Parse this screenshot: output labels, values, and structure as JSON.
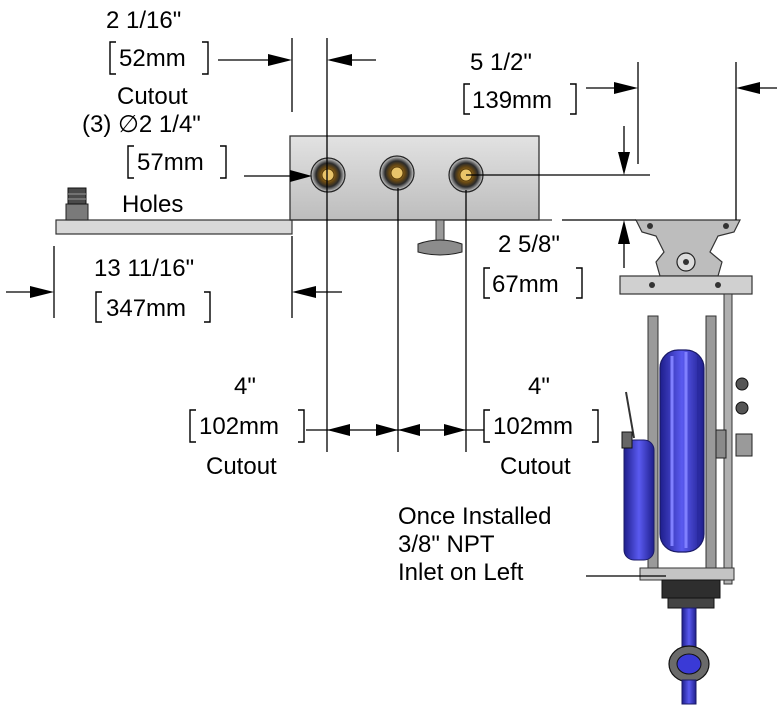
{
  "dimensions": {
    "cutout_width": {
      "inch": "2 1/16\"",
      "mm": "52mm",
      "caption": "Cutout"
    },
    "holes": {
      "line1": "(3) ",
      "symbol": "∅",
      "inch": "2 1/4\"",
      "mm": "57mm",
      "caption": "Holes"
    },
    "overall_width": {
      "inch": "13 11/16\"",
      "mm": "347mm"
    },
    "reel_width": {
      "inch": "5 1/2\"",
      "mm": "139mm"
    },
    "bracket_height": {
      "inch": "2 5/8\"",
      "mm": "67mm"
    },
    "spacing_left": {
      "inch": "4\"",
      "mm": "102mm",
      "caption": "Cutout"
    },
    "spacing_right": {
      "inch": "4\"",
      "mm": "102mm",
      "caption": "Cutout"
    }
  },
  "inlet_note": {
    "line1": "Once Installed",
    "line2": "3/8\" NPT",
    "line3": "Inlet on Left"
  },
  "colors": {
    "hose": "#3a3ad6",
    "hose_dark": "#1e1e8c",
    "steel": "#c8c8c8",
    "steel_dark": "#8a8a8a",
    "brass": "#b8862e"
  }
}
